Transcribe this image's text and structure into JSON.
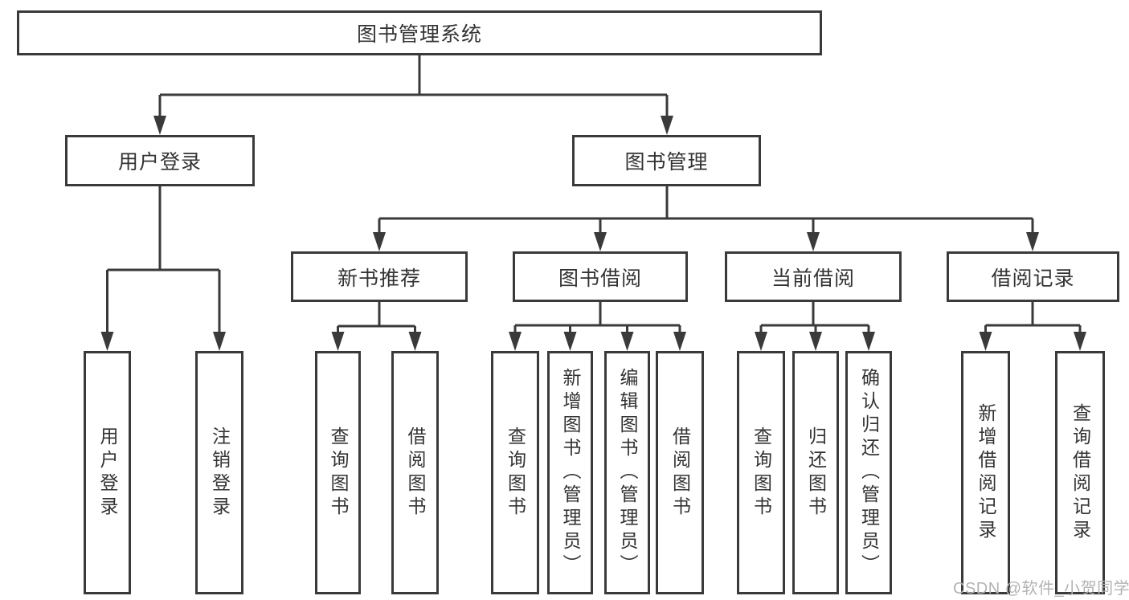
{
  "diagram": {
    "root": {
      "label": "图书管理系统"
    },
    "level2": [
      {
        "label": "用户登录"
      },
      {
        "label": "图书管理"
      }
    ],
    "level3": [
      {
        "label": "新书推荐"
      },
      {
        "label": "图书借阅"
      },
      {
        "label": "当前借阅"
      },
      {
        "label": "借阅记录"
      }
    ],
    "leaves": [
      {
        "label": "用户登录"
      },
      {
        "label": "注销登录"
      },
      {
        "label": "查询图书"
      },
      {
        "label": "借阅图书"
      },
      {
        "label": "查询图书"
      },
      {
        "label": "新增图书（管理员）"
      },
      {
        "label": "编辑图书（管理员）"
      },
      {
        "label": "借阅图书"
      },
      {
        "label": "查询图书"
      },
      {
        "label": "归还图书"
      },
      {
        "label": "确认归还（管理员）"
      },
      {
        "label": "新增借阅记录"
      },
      {
        "label": "查询借阅记录"
      }
    ],
    "watermark": "CSDN @软件_小贺同学",
    "colors": {
      "line": "#3a3a3a",
      "text": "#333333",
      "watermark": "#b3b3b3",
      "background": "#ffffff"
    }
  }
}
